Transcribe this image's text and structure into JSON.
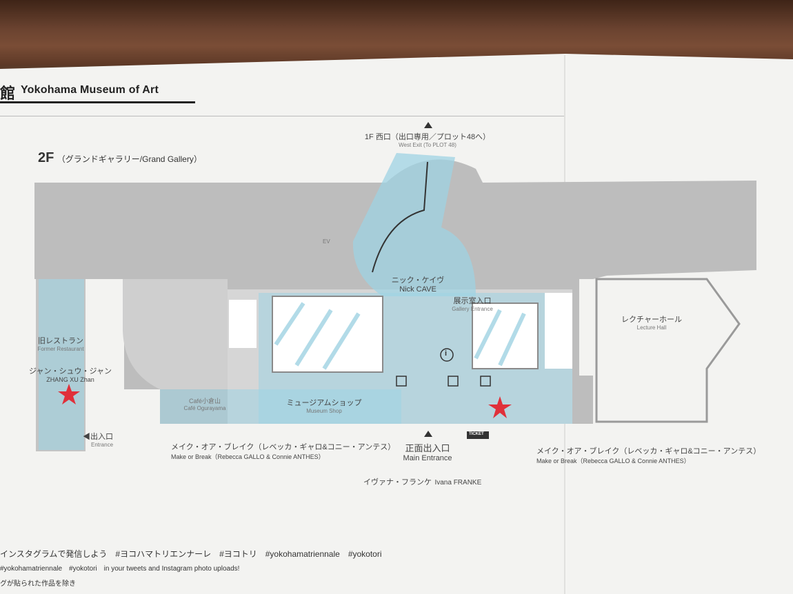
{
  "header": {
    "title_ja": "館",
    "title_en": "Yokohama Museum of Art"
  },
  "floor": {
    "number": "2F",
    "name": "（グランドギャラリー/Grand Gallery）"
  },
  "labels": {
    "west_exit_ja": "1F 西口（出口専用／プロット48へ）",
    "west_exit_en": "West Exit (To PLOT 48)",
    "ev": "EV",
    "nick_cave_ja": "ニック・ケイヴ",
    "nick_cave_en": "Nick CAVE",
    "gallery_entrance_ja": "展示室入口",
    "gallery_entrance_en": "Gallery Entrance",
    "lecture_hall_ja": "レクチャーホール",
    "lecture_hall_en": "Lecture Hall",
    "former_restaurant_ja": "旧レストラン",
    "former_restaurant_en": "Former Restaurant",
    "zhang_ja": "ジャン・シュウ・ジャン",
    "zhang_en": "ZHANG XU Zhan",
    "cafe_ja": "Café小倉山",
    "cafe_en": "Café Ogurayama",
    "shop_ja": "ミュージアムショップ",
    "shop_en": "Museum Shop",
    "entrance_side_ja": "◀出入口",
    "entrance_side_en": "Entrance",
    "make_break_left_ja": "メイク・オア・ブレイク（レベッカ・ギャロ&コニー・アンテス）",
    "make_break_left_en": "Make or Break（Rebecca GALLO & Connie ANTHES）",
    "main_entrance_ja": "正面出入口",
    "main_entrance_en": "Main Entrance",
    "make_break_right_ja": "メイク・オア・ブレイク（レベッカ・ギャロ&コニー・アンテス）",
    "make_break_right_en": "Make or Break（Rebecca GALLO & Connie ANTHES）",
    "ivana_ja": "イヴァナ・フランケ",
    "ivana_en": "Ivana FRANKE",
    "ticket": "TICKET",
    "info": "i"
  },
  "footer": {
    "line1": "インスタグラムで発信しよう　#ヨコハマトリエンナーレ　#ヨコトリ　#yokohamatriennale　#yokotori",
    "line2": "#yokohamatriennale　#yokotori　in your tweets and Instagram photo uploads!",
    "line3": "グが貼られた作品を除き"
  },
  "icons": [
    "toilet-icon",
    "wheelchair-icon",
    "baby-care-icon",
    "elevator-icon",
    "escalator-icon",
    "information-icon",
    "locker-icon",
    "shop-bag-icon",
    "ticket-icon",
    "rest-area-icon",
    "star-marker-icon",
    "arrow-up-icon"
  ],
  "colors": {
    "floor_gray": "#bdbdbd",
    "wall_dark": "#9a9a9a",
    "highlight_blue": "#9fd3e3",
    "star_red": "#e0303a",
    "paper": "#f3f3f1"
  }
}
